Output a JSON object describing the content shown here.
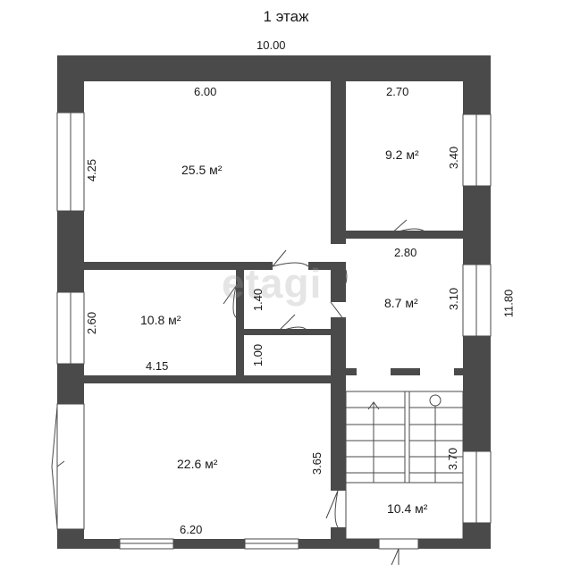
{
  "floor_title": "1 этаж",
  "watermark": "etagi",
  "overall": {
    "width": "10.00",
    "height": "11.80"
  },
  "rooms": [
    {
      "id": "big-room",
      "area": "25.5 м²",
      "width": "6.00",
      "height": "4.25"
    },
    {
      "id": "top-right-room",
      "area": "9.2 м²",
      "width": "2.70",
      "height": "3.40"
    },
    {
      "id": "hall-room",
      "area": "8.7 м²",
      "width": "2.80",
      "height": "3.10"
    },
    {
      "id": "left-room",
      "area": "10.8 м²",
      "width": "4.15",
      "height": "2.60"
    },
    {
      "id": "closet-upper",
      "height": "1.40"
    },
    {
      "id": "closet-lower",
      "height": "1.00"
    },
    {
      "id": "living-room",
      "area": "22.6 м²",
      "width": "6.20",
      "height": "3.65"
    },
    {
      "id": "stair-room",
      "area": "10.4 м²",
      "height": "3.70"
    }
  ],
  "colors": {
    "wall": "#4a4a4a",
    "background": "#ffffff",
    "text": "#1a1a1a"
  }
}
